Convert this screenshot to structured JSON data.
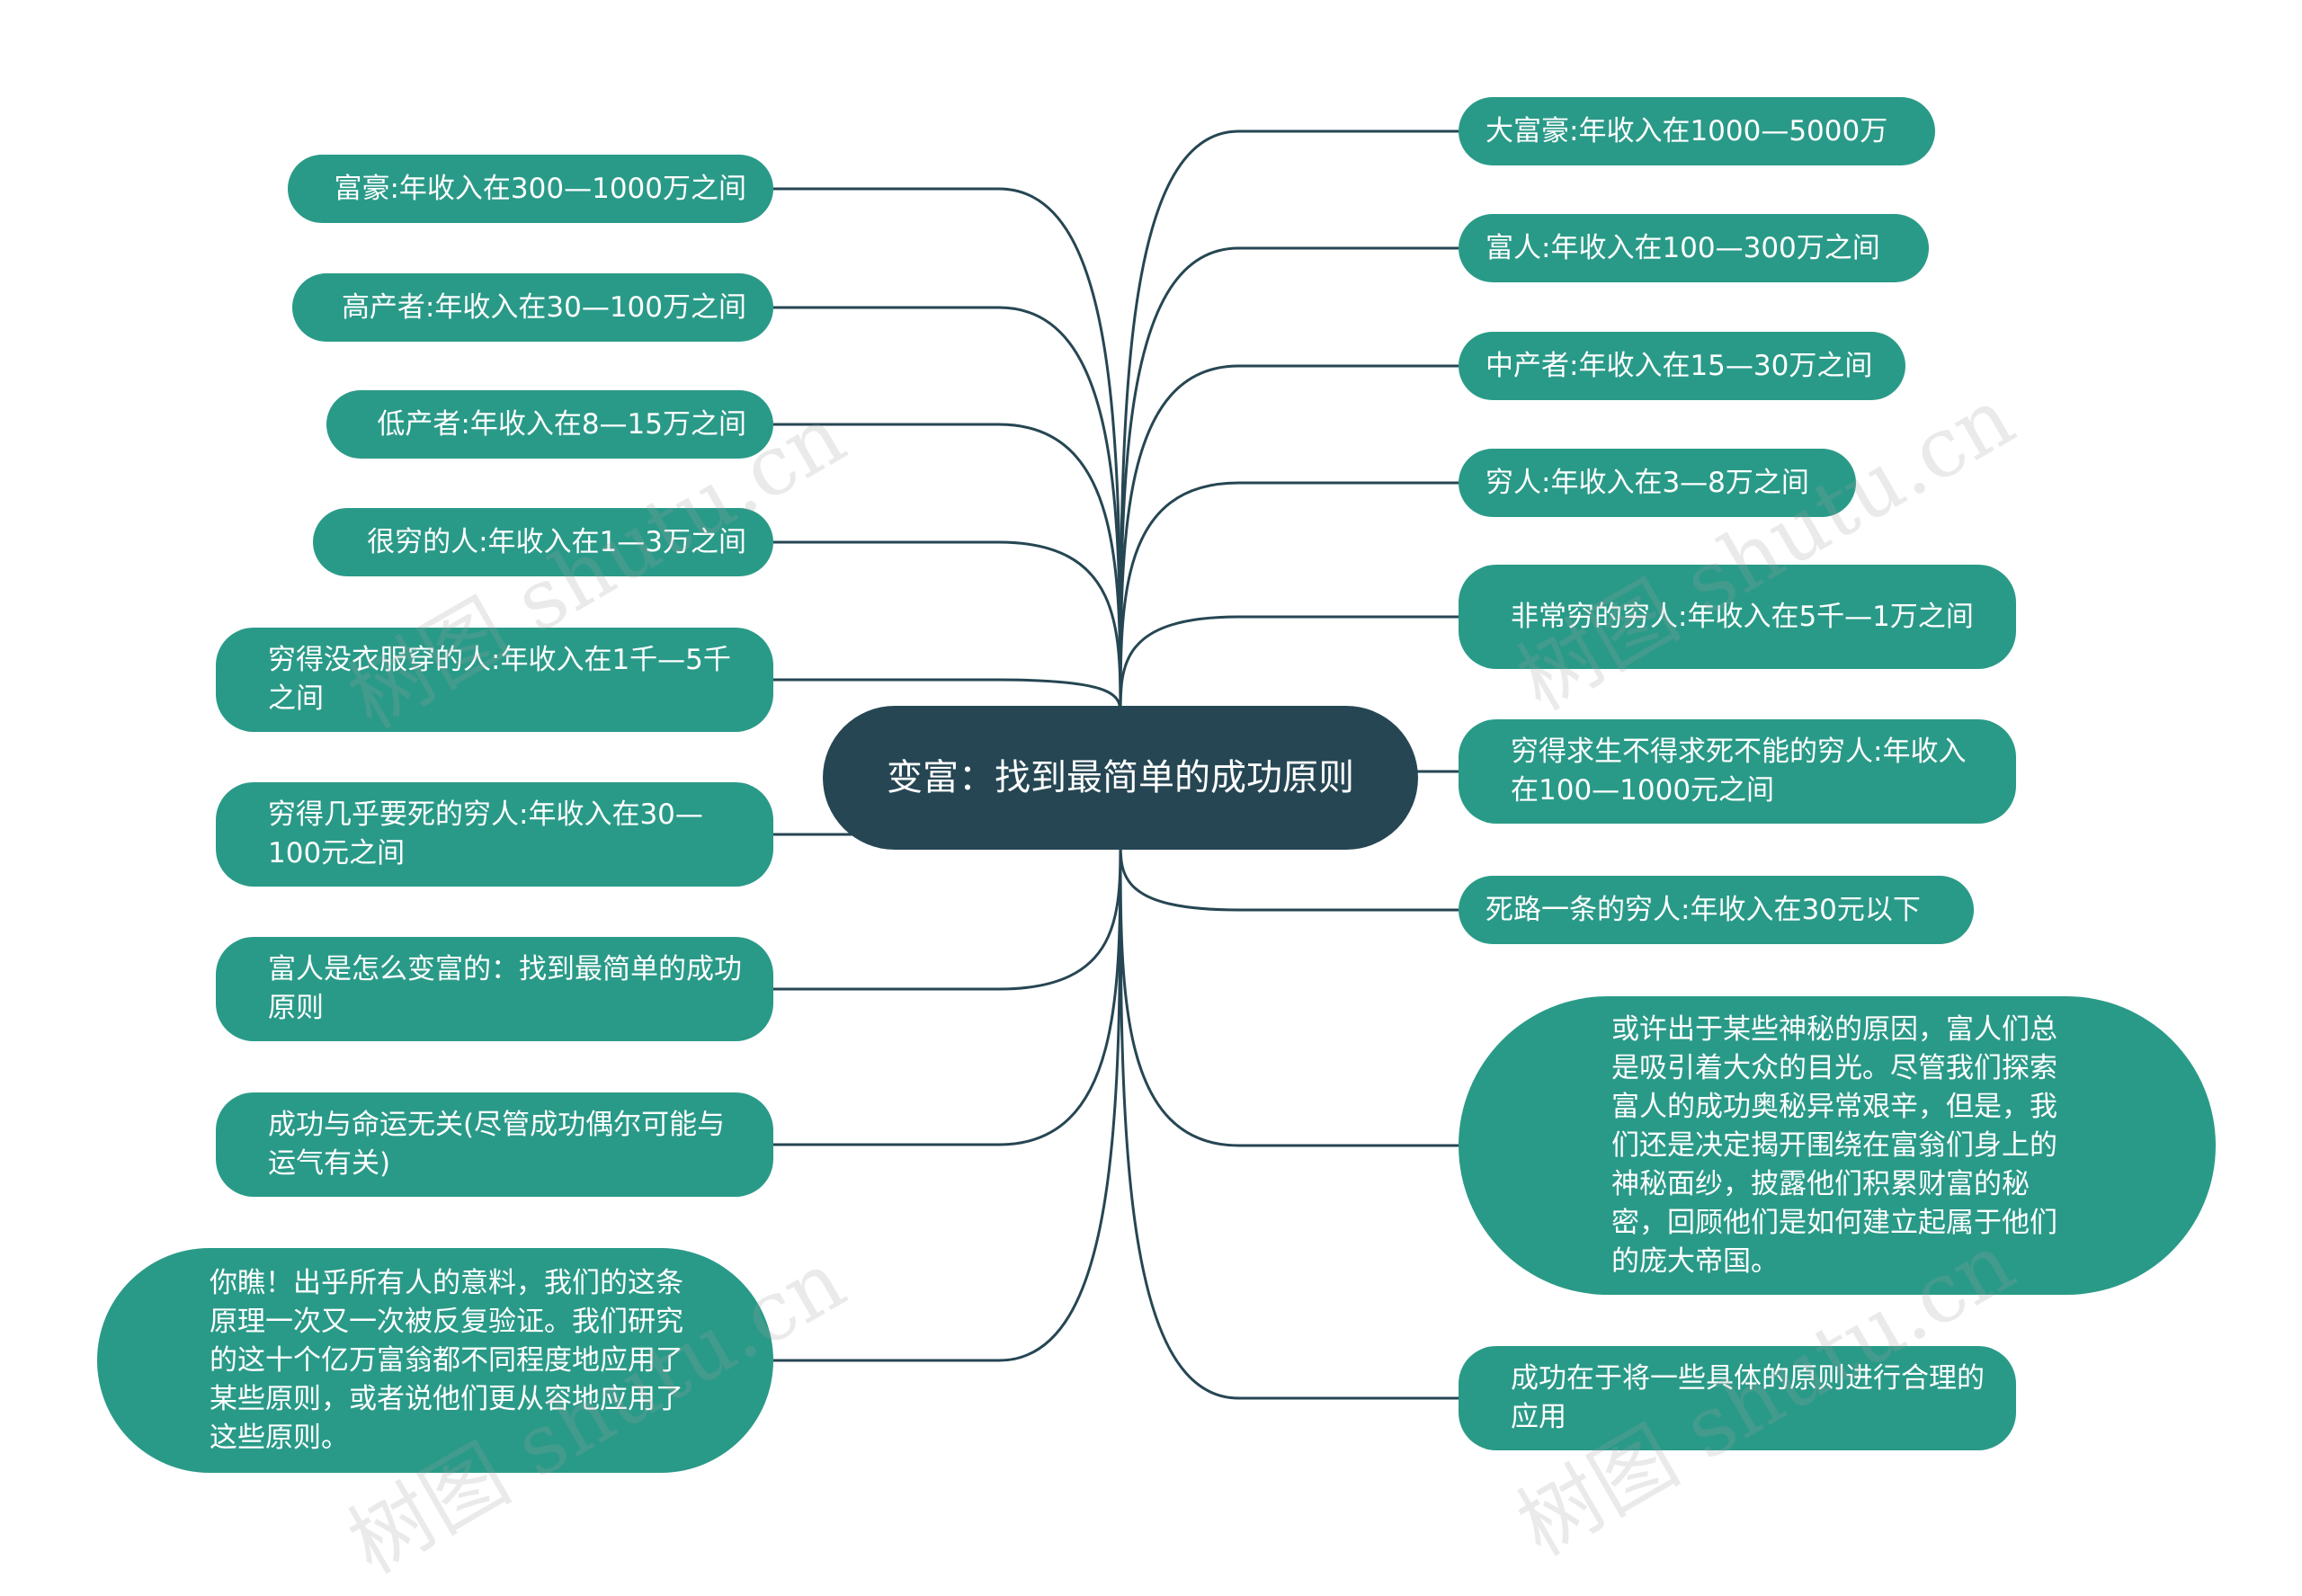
{
  "center": {
    "label": "变富：找到最简单的成功原则"
  },
  "left_nodes": [
    {
      "label": "富豪:年收入在300—1000万之间"
    },
    {
      "label": "高产者:年收入在30—100万之间"
    },
    {
      "label": "低产者:年收入在8—15万之间"
    },
    {
      "label": "很穷的人:年收入在1—3万之间"
    },
    {
      "label": "穷得没衣服穿的人:年收入在1千—5千之间"
    },
    {
      "label": "穷得几乎要死的穷人:年收入在30—100元之间"
    },
    {
      "label": "富人是怎么变富的：找到最简单的成功原则"
    },
    {
      "label": "成功与命运无关(尽管成功偶尔可能与运气有关)"
    },
    {
      "label": "你瞧！出乎所有人的意料，我们的这条原理一次又一次被反复验证。我们研究的这十个亿万富翁都不同程度地应用了某些原则，或者说他们更从容地应用了这些原则。"
    }
  ],
  "right_nodes": [
    {
      "label": "大富豪:年收入在1000—5000万"
    },
    {
      "label": "富人:年收入在100—300万之间"
    },
    {
      "label": "中产者:年收入在15—30万之间"
    },
    {
      "label": "穷人:年收入在3—8万之间"
    },
    {
      "label": "非常穷的穷人:年收入在5千—1万之间"
    },
    {
      "label": "穷得求生不得求死不能的穷人:年收入在100—1000元之间"
    },
    {
      "label": "死路一条的穷人:年收入在30元以下"
    },
    {
      "label": "或许出于某些神秘的原因，富人们总是吸引着大众的目光。尽管我们探索富人的成功奥秘异常艰辛，但是，我们还是决定揭开围绕在富翁们身上的神秘面纱，披露他们积累财富的秘密，回顾他们是如何建立起属于他们的庞大帝国。"
    },
    {
      "label": "成功在于将一些具体的原则进行合理的应用"
    }
  ],
  "watermark": {
    "text": "树图 shutu.cn"
  },
  "colors": {
    "center_bg": "#264653",
    "node_bg": "#2a9a88",
    "link": "#264653",
    "text": "#ffffff"
  }
}
